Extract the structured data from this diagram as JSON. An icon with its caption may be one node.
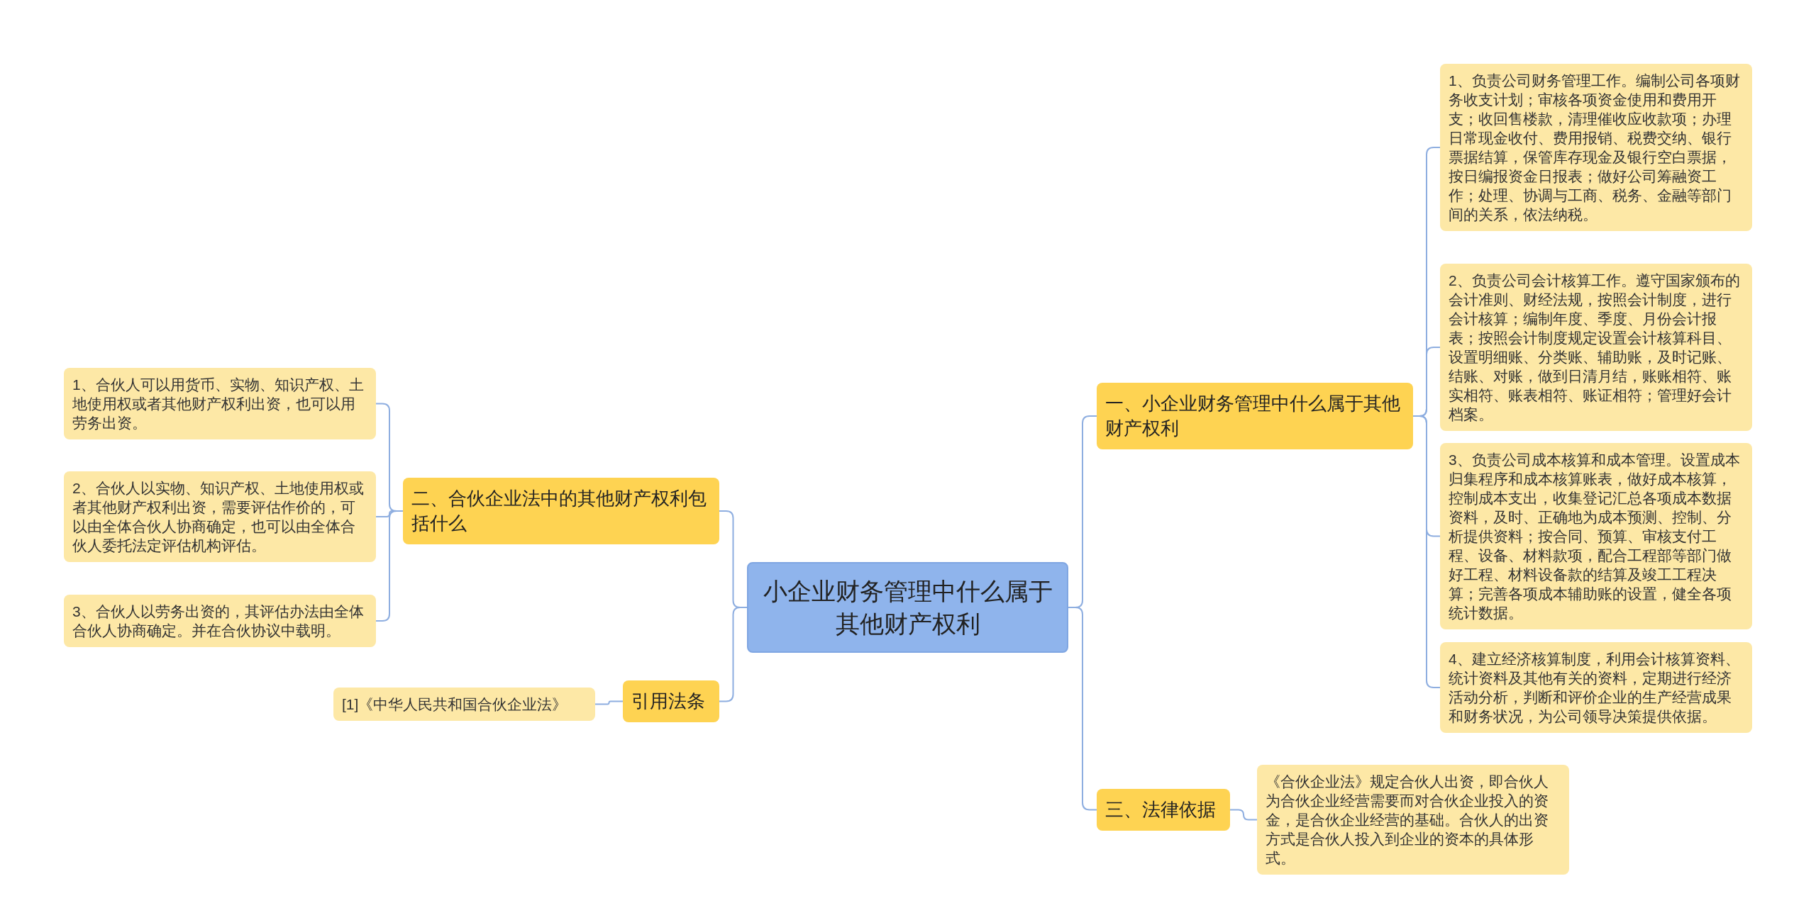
{
  "diagram": {
    "nodes": [
      {
        "text": [
          "小企业财务管理中什么属于其他财产权利"
        ]
      },
      {
        "text": [
          "一、小企业财务管理中什么属于其他财产权利"
        ]
      },
      {
        "text": [
          "1、负责公司财务管理工作。编制公司各项财务收支计划；审核各项资金使用和费用开支；收回售楼款，清理催收应收款项；办理日常现金收付、费用报销、税费交纳、银行票据结算，保管库存现金及银行空白票据，按日编报资金日报表；做好公司筹融资工作；处理、协调与工商、税务、金融等部门间的关系，依法纳税。"
        ]
      },
      {
        "text": [
          "2、负责公司会计核算工作。遵守国家颁布的会计准则、财经法规，按照会计制度，进行会计核算；编制年度、季度、月份会计报表；按照会计制度规定设置会计核算科目、设置明细账、分类账、辅助账，及时记账、结账、对账，做到日清月结，账账相符、账实相符、账表相符、账证相符；管理好会计档案。"
        ]
      },
      {
        "text": [
          "3、负责公司成本核算和成本管理。设置成本归集程序和成本核算账表，做好成本核算，控制成本支出，收集登记汇总各项成本数据资料，及时、正确地为成本预测、控制、分析提供资料；按合同、预算、审核支付工程、设备、材料款项，配合工程部等部门做好工程、材料设备款的结算及竣工工程决算；完善各项成本辅助账的设置，健全各项统计数据。"
        ]
      },
      {
        "text": [
          "4、建立经济核算制度，利用会计核算资料、统计资料及其他有关的资料，定期进行经济活动分析，判断和评价企业的生产经营成果和财务状况，为公司领导决策提供依据。"
        ]
      },
      {
        "text": [
          "三、法律依据"
        ]
      },
      {
        "text": [
          "《合伙企业法》规定合伙人出资，即合伙人为合伙企业经营需要而对合伙企业投入的资金，是合伙企业经营的基础。合伙人的出资方式是合伙人投入到企业的资本的具体形式。"
        ]
      },
      {
        "text": [
          "二、合伙企业法中的其他财产权利包括什么"
        ]
      },
      {
        "text": [
          "1、合伙人可以用货币、实物、知识产权、土地使用权或者其他财产权利出资，也可以用劳务出资。"
        ]
      },
      {
        "text": [
          "2、合伙人以实物、知识产权、土地使用权或者其他财产权利出资，需要评估作价的，可以由全体合伙人协商确定，也可以由全体合伙人委托法定评估机构评估。"
        ]
      },
      {
        "text": [
          "3、合伙人以劳务出资的，其评估办法由全体合伙人协商确定。并在合伙协议中载明。"
        ]
      },
      {
        "text": [
          "引用法条"
        ]
      },
      {
        "text": [
          "[1]《中华人民共和国合伙企业法》"
        ]
      }
    ],
    "edges": [
      {
        "from": 0,
        "to": 1,
        "arrow": "none"
      },
      {
        "from": 1,
        "to": 2,
        "arrow": "none"
      },
      {
        "from": 1,
        "to": 3,
        "arrow": "none"
      },
      {
        "from": 1,
        "to": 4,
        "arrow": "none"
      },
      {
        "from": 1,
        "to": 5,
        "arrow": "none"
      },
      {
        "from": 0,
        "to": 6,
        "arrow": "none"
      },
      {
        "from": 6,
        "to": 7,
        "arrow": "none"
      },
      {
        "from": 0,
        "to": 8,
        "arrow": "none"
      },
      {
        "from": 8,
        "to": 9,
        "arrow": "none"
      },
      {
        "from": 8,
        "to": 10,
        "arrow": "none"
      },
      {
        "from": 8,
        "to": 11,
        "arrow": "none"
      },
      {
        "from": 0,
        "to": 12,
        "arrow": "none"
      },
      {
        "from": 12,
        "to": 13,
        "arrow": "none"
      }
    ]
  }
}
